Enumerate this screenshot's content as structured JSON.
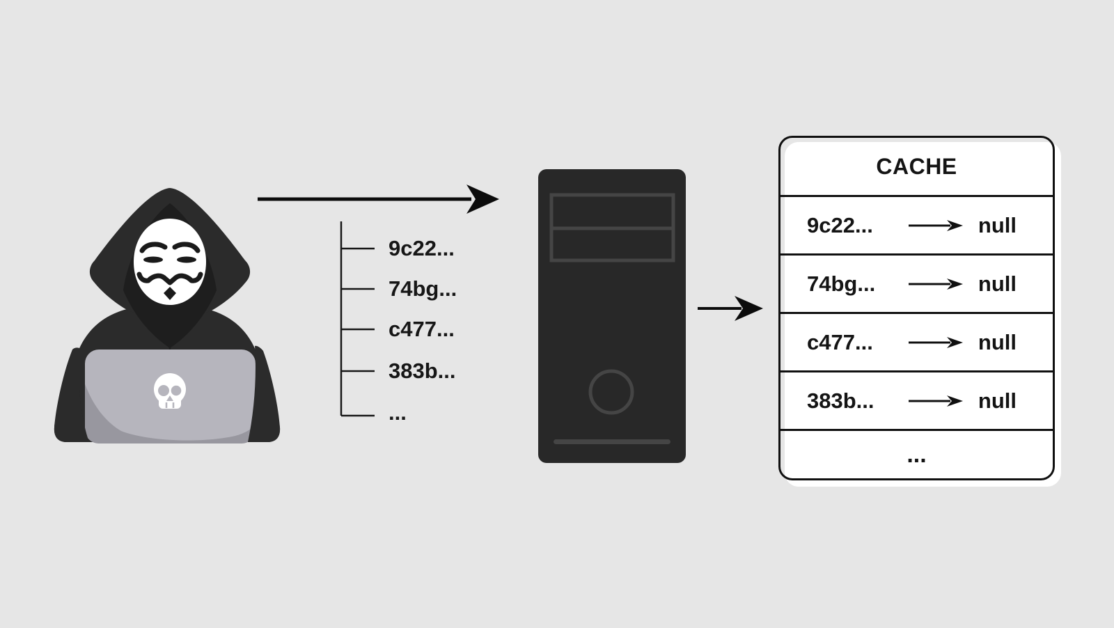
{
  "colors": {
    "background": "#e6e6e6",
    "figure_dark": "#2b2b2b",
    "hood_interior": "#1e1e1e",
    "mask_white": "#ffffff",
    "laptop_gray": "#b6b5bd",
    "laptop_shade_gray": "#98979f",
    "server_dark": "#282828",
    "server_detail": "#454545",
    "line_black": "#101010",
    "card_white": "#ffffff"
  },
  "attacker": {
    "icon": "anonymous-hacker-icon",
    "laptop_badge_icon": "skull-icon"
  },
  "request_list": {
    "items": [
      "9c22...",
      "74bg...",
      "c477...",
      "383b...",
      "..."
    ]
  },
  "server": {
    "icon": "server-tower-icon"
  },
  "arrows": {
    "attacker_to_server": "arrow-right-icon",
    "server_to_cache": "arrow-right-icon",
    "row_mapping": "arrow-right-icon"
  },
  "cache": {
    "title": "CACHE",
    "rows": [
      {
        "key": "9c22...",
        "value": "null"
      },
      {
        "key": "74bg...",
        "value": "null"
      },
      {
        "key": "c477...",
        "value": "null"
      },
      {
        "key": "383b...",
        "value": "null"
      }
    ],
    "footer_ellipsis": "..."
  }
}
